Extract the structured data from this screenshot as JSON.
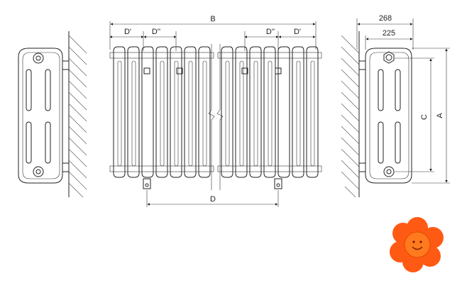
{
  "dimensions": {
    "B": "B",
    "D": "D",
    "D_prime_left": "D'",
    "D_double_prime_left": "D''",
    "D_double_prime_right": "D''",
    "D_prime_right": "D'",
    "side_width_total": "268",
    "side_width_inner": "225",
    "C": "C",
    "A": "A"
  },
  "colors": {
    "line": "#222222",
    "flower_petal": "#ff5a14",
    "flower_center": "#ff7a1e",
    "flower_outline": "#e04a00"
  },
  "icons": {
    "logo": "smiling-flower-logo"
  }
}
